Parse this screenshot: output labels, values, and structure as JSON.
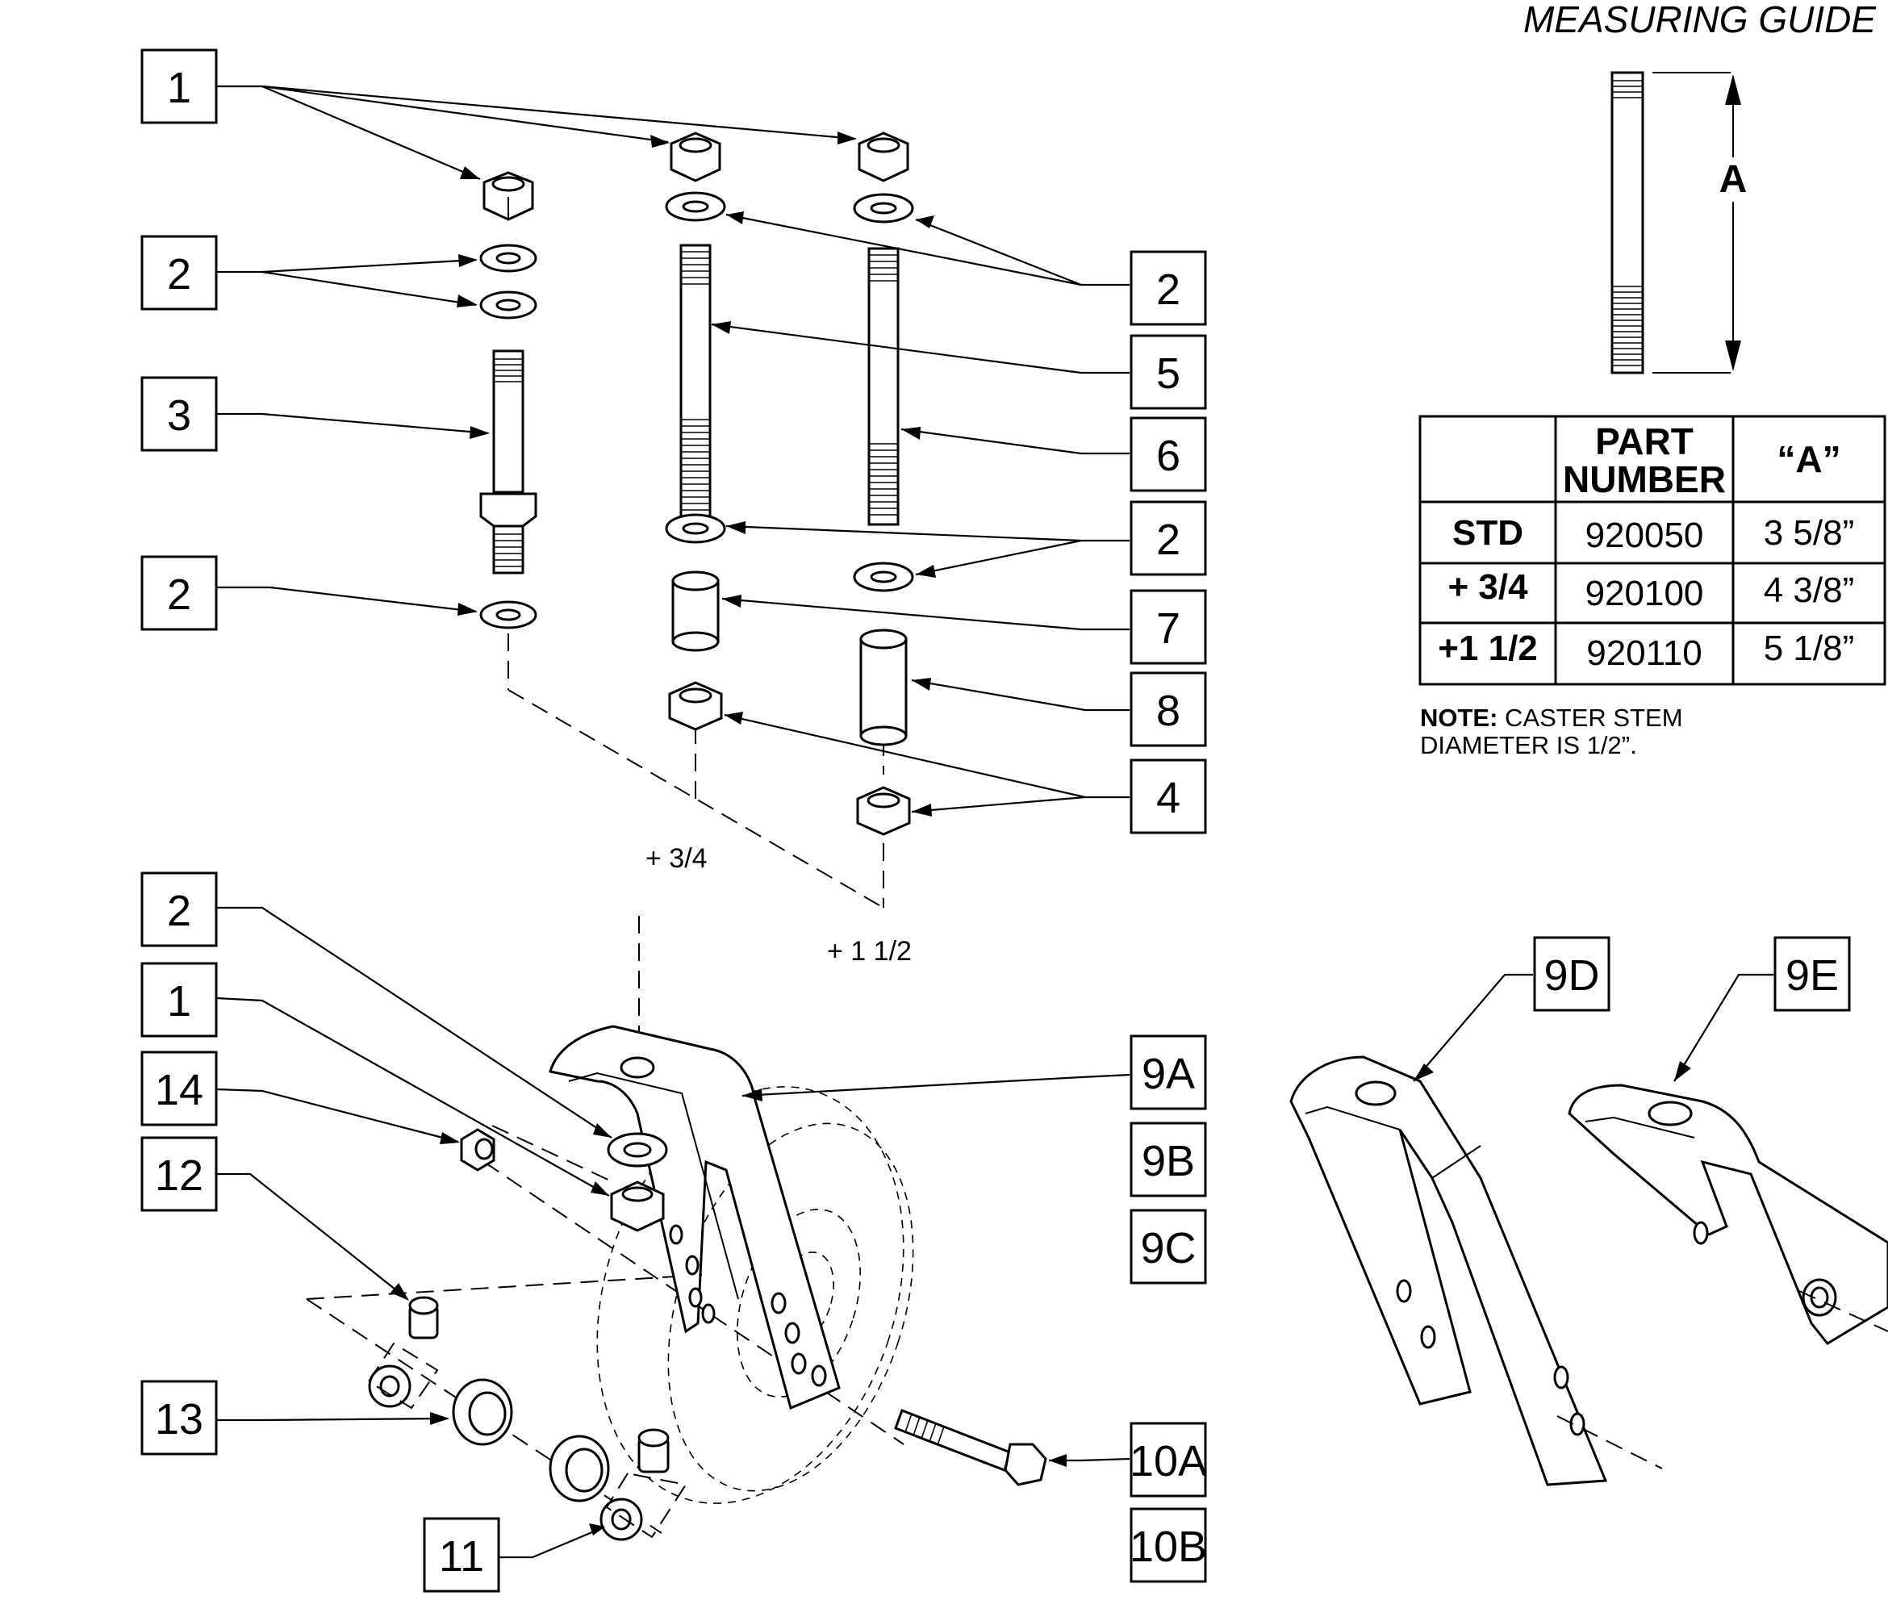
{
  "callouts": [
    {
      "label": "1"
    },
    {
      "label": "2"
    },
    {
      "label": "3"
    },
    {
      "label": "2"
    },
    {
      "label": "2"
    },
    {
      "label": "5"
    },
    {
      "label": "6"
    },
    {
      "label": "2"
    },
    {
      "label": "7"
    },
    {
      "label": "8"
    },
    {
      "label": "4"
    },
    {
      "label": "2"
    },
    {
      "label": "1"
    },
    {
      "label": "14"
    },
    {
      "label": "12"
    },
    {
      "label": "13"
    },
    {
      "label": "11"
    },
    {
      "label": "9A"
    },
    {
      "label": "9B"
    },
    {
      "label": "9C"
    },
    {
      "label": "10A"
    },
    {
      "label": "10B"
    },
    {
      "label": "9D"
    },
    {
      "label": "9E"
    }
  ],
  "size_labels": {
    "plus_three_quarter": "+ 3/4",
    "plus_one_half": "+ 1 1/2"
  },
  "measuring_guide": {
    "title": "MEASURING GUIDE",
    "dimension_label": "A"
  },
  "table": {
    "headers": [
      "",
      "PART\nNUMBER",
      "“A”"
    ],
    "header_part_line1": "PART",
    "header_part_line2": "NUMBER",
    "header_a": "“A”",
    "rows": [
      {
        "size": "STD",
        "part": "920050",
        "a": "3 5/8”"
      },
      {
        "size": "+ 3/4",
        "part": "920100",
        "a": "4 3/8”"
      },
      {
        "size": "+1 1/2",
        "part": "920110",
        "a": "5 1/8”"
      }
    ]
  },
  "note": {
    "bold": "NOTE:",
    "line1_rest": "  CASTER STEM",
    "line2": "DIAMETER IS 1/2”."
  }
}
